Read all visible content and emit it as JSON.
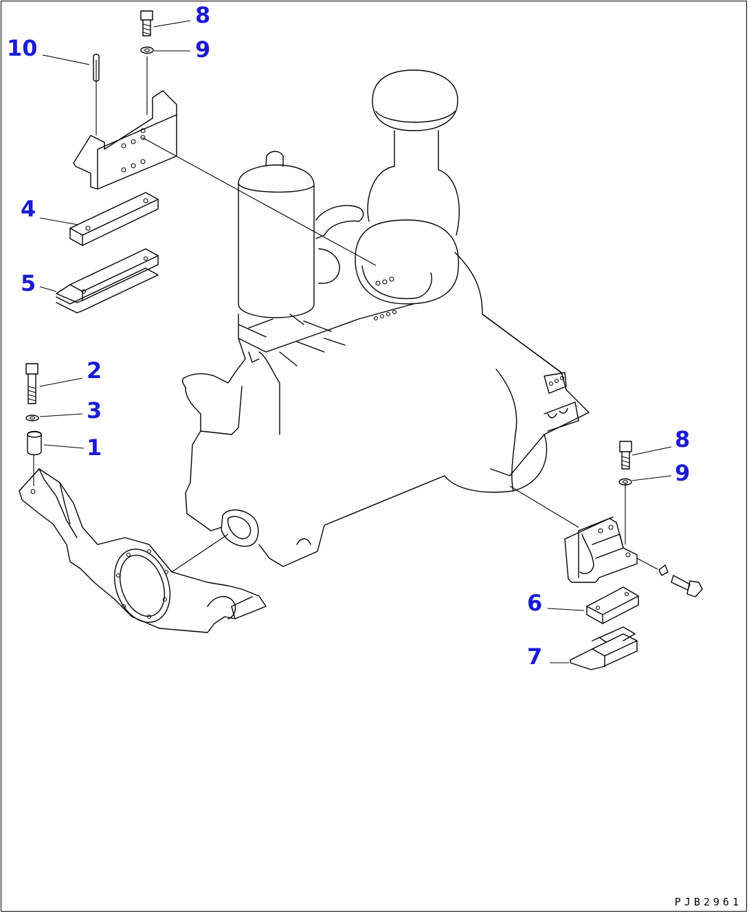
{
  "callouts": {
    "c1": "1",
    "c2": "2",
    "c3": "3",
    "c4": "4",
    "c5": "5",
    "c6": "6",
    "c7": "7",
    "c8a": "8",
    "c8b": "8",
    "c9a": "9",
    "c9b": "9",
    "c10": "10"
  },
  "drawing_code": "PJB2961",
  "colors": {
    "callout": "#1a1ad6",
    "line": "#000000"
  }
}
